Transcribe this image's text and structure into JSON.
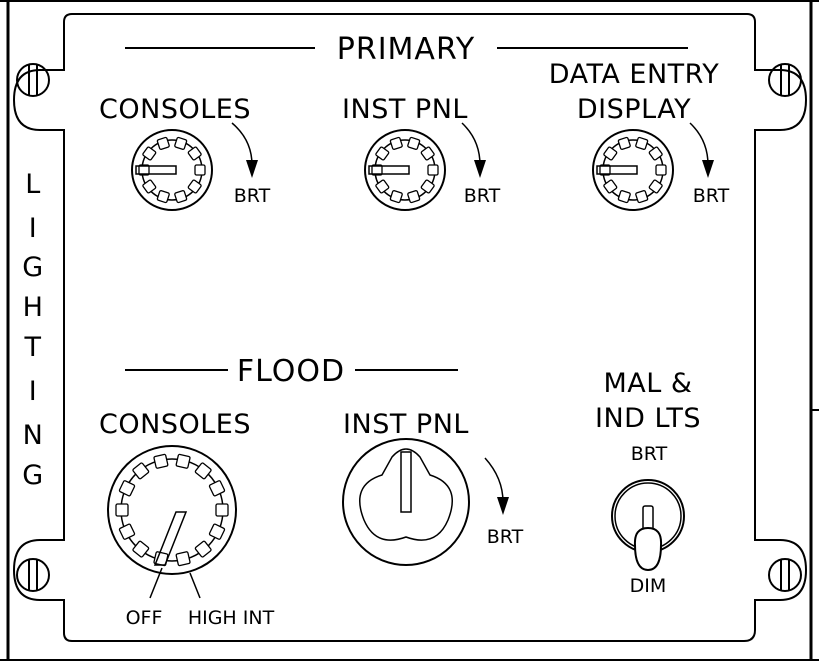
{
  "panel": {
    "side_label": [
      "L",
      "I",
      "G",
      "H",
      "T",
      "I",
      "N",
      "G"
    ]
  },
  "primary": {
    "title": "PRIMARY",
    "consoles": {
      "label": "CONSOLES",
      "brt": "BRT"
    },
    "inst_pnl": {
      "label": "INST PNL",
      "brt": "BRT"
    },
    "data_entry": {
      "label_line1": "DATA ENTRY",
      "label_line2": "DISPLAY",
      "brt": "BRT"
    }
  },
  "flood": {
    "title": "FLOOD",
    "consoles": {
      "label": "CONSOLES",
      "off": "OFF",
      "high_int": "HIGH INT"
    },
    "inst_pnl": {
      "label": "INST PNL",
      "brt": "BRT"
    }
  },
  "mal_ind": {
    "label_line1": "MAL &",
    "label_line2": "IND LTS",
    "brt": "BRT",
    "dim": "DIM"
  }
}
